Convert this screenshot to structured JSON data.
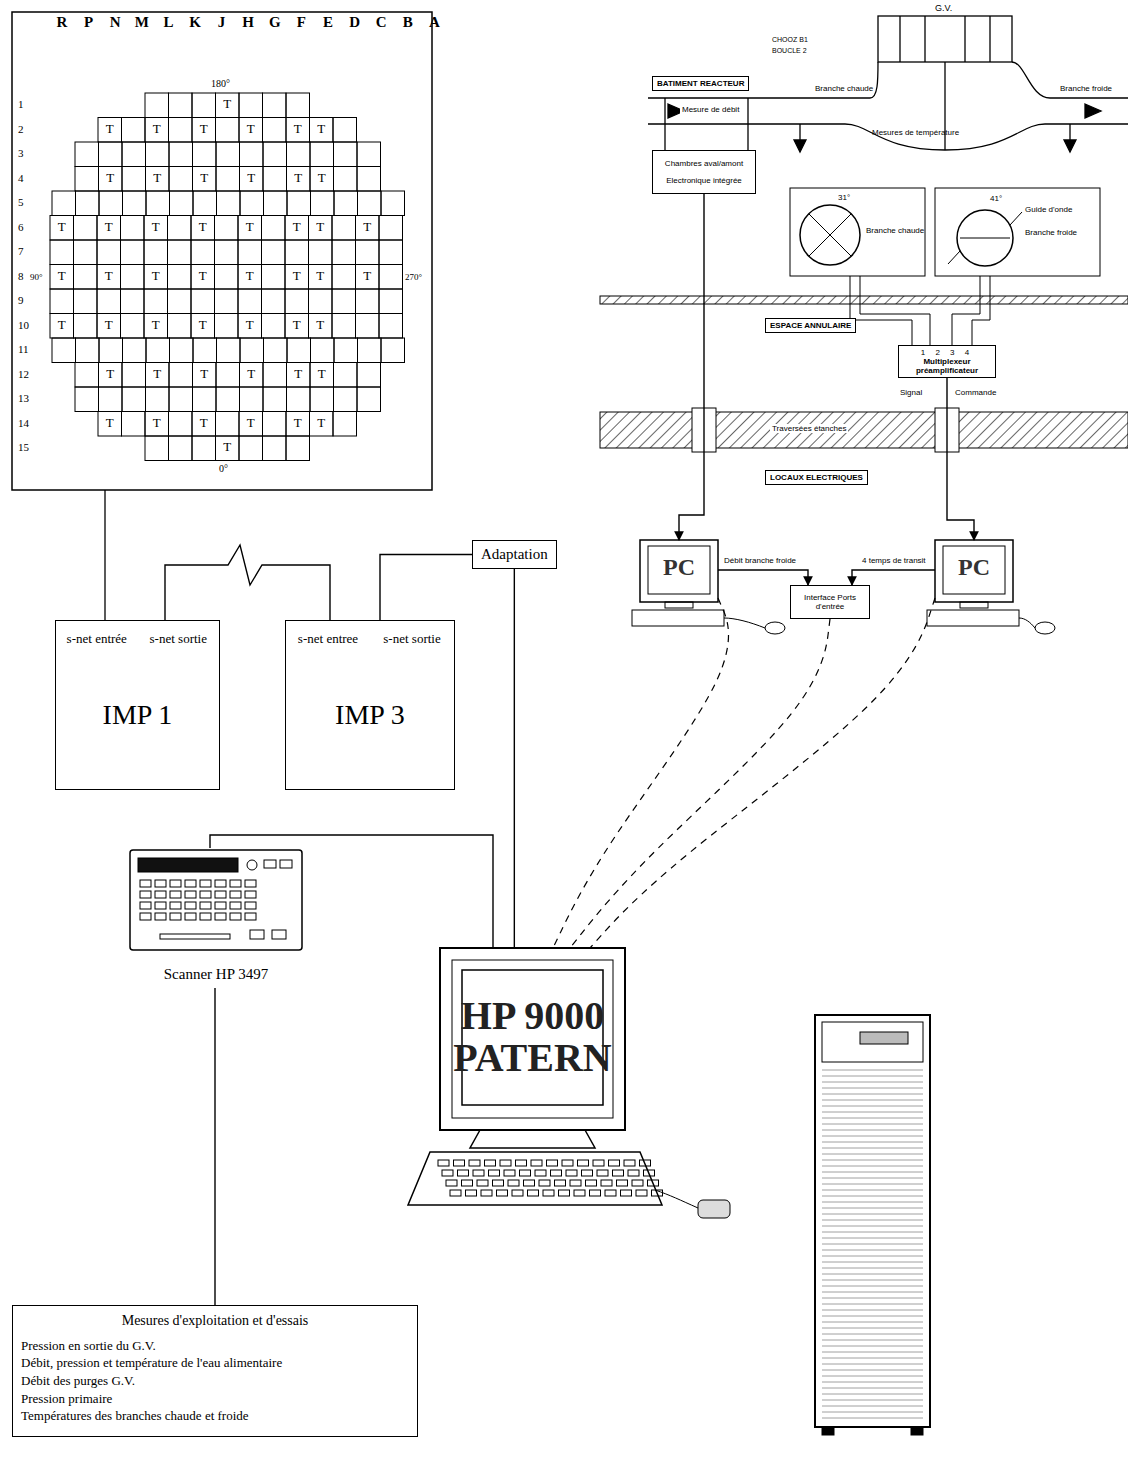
{
  "diagram": {
    "nodes": [
      {
        "text": [
          "BATIMENT REACTEUR"
        ]
      },
      {
        "text": [
          "Chambres aval/amont",
          "Electronique intégrée"
        ]
      },
      {
        "text": [
          "ESPACE ANNULAIRE"
        ]
      },
      {
        "text": [
          "1 2 3 4",
          "Multiplexeur préamplificateur"
        ]
      },
      {
        "text": [
          "LOCAUX ELECTRIQUES"
        ]
      },
      {
        "text": [
          "PC"
        ]
      },
      {
        "text": [
          "Interface Ports d'entrée"
        ]
      },
      {
        "text": [
          "PC"
        ]
      },
      {
        "text": [
          "s-net entrée",
          "s-net sortie",
          "IMP 1"
        ]
      },
      {
        "text": [
          "s-net entree",
          "s-net sortie",
          "IMP 3"
        ]
      },
      {
        "text": [
          "Adaptation"
        ]
      },
      {
        "text": [
          "Scanner HP 3497"
        ]
      },
      {
        "text": [
          "HP 9000 PATERN"
        ]
      },
      {
        "text": [
          "Mesures d'exploitation et d'essais",
          "Pression en sortie du G.V.",
          "Débit, pression et température de l'eau alimentaire",
          "Débit des purges G.V.",
          "Pression primaire",
          "Températures des branches chaude et froide"
        ]
      }
    ],
    "edges": [
      {
        "from": 8,
        "to": 9,
        "arrow": "none"
      },
      {
        "from": 9,
        "to": 10,
        "arrow": "none"
      },
      {
        "from": 10,
        "to": 12,
        "arrow": "none"
      },
      {
        "from": 11,
        "to": 12,
        "arrow": "none"
      },
      {
        "from": 11,
        "to": 13,
        "arrow": "none"
      },
      {
        "from": 1,
        "to": 5,
        "arrow": "to"
      },
      {
        "from": 3,
        "to": 7,
        "arrow": "to"
      },
      {
        "from": 5,
        "to": 6,
        "arrow": "to",
        "label": "Débit branche froide"
      },
      {
        "from": 7,
        "to": 6,
        "arrow": "to",
        "label": "4 temps de transit"
      },
      {
        "from": 5,
        "to": 12,
        "arrow": "none"
      },
      {
        "from": 6,
        "to": 12,
        "arrow": "none"
      },
      {
        "from": 7,
        "to": 12,
        "arrow": "none"
      }
    ],
    "labels": [
      "R",
      "P",
      "N",
      "M",
      "L",
      "K",
      "J",
      "H",
      "G",
      "F",
      "E",
      "D",
      "C",
      "B",
      "A",
      "1",
      "2",
      "3",
      "4",
      "5",
      "6",
      "7",
      "8",
      "9",
      "10",
      "11",
      "12",
      "13",
      "14",
      "15",
      "180°",
      "90°",
      "270°",
      "0°",
      "T",
      "T",
      "T",
      "T",
      "T",
      "T",
      "T",
      "T",
      "T",
      "T",
      "T",
      "T",
      "T",
      "T",
      "T",
      "T",
      "T",
      "T",
      "T",
      "T",
      "T",
      "T",
      "T",
      "T",
      "T",
      "T",
      "T",
      "T",
      "T",
      "T",
      "T",
      "T",
      "T",
      "T",
      "T",
      "T",
      "T",
      "T",
      "T",
      "T",
      "T",
      "T",
      "T",
      "T",
      "T",
      "T",
      "T",
      "T",
      "T",
      "G.V.",
      "CHOOZ B1",
      "BOUCLE 2",
      "Branche chaude",
      "Branche froide",
      "Mesure de débit",
      "Mesures de température",
      "31°",
      "Branche chaude",
      "Guide d'onde",
      "Branche froide",
      "41°",
      "Signal",
      "Commande",
      "Traversées étanches"
    ]
  }
}
